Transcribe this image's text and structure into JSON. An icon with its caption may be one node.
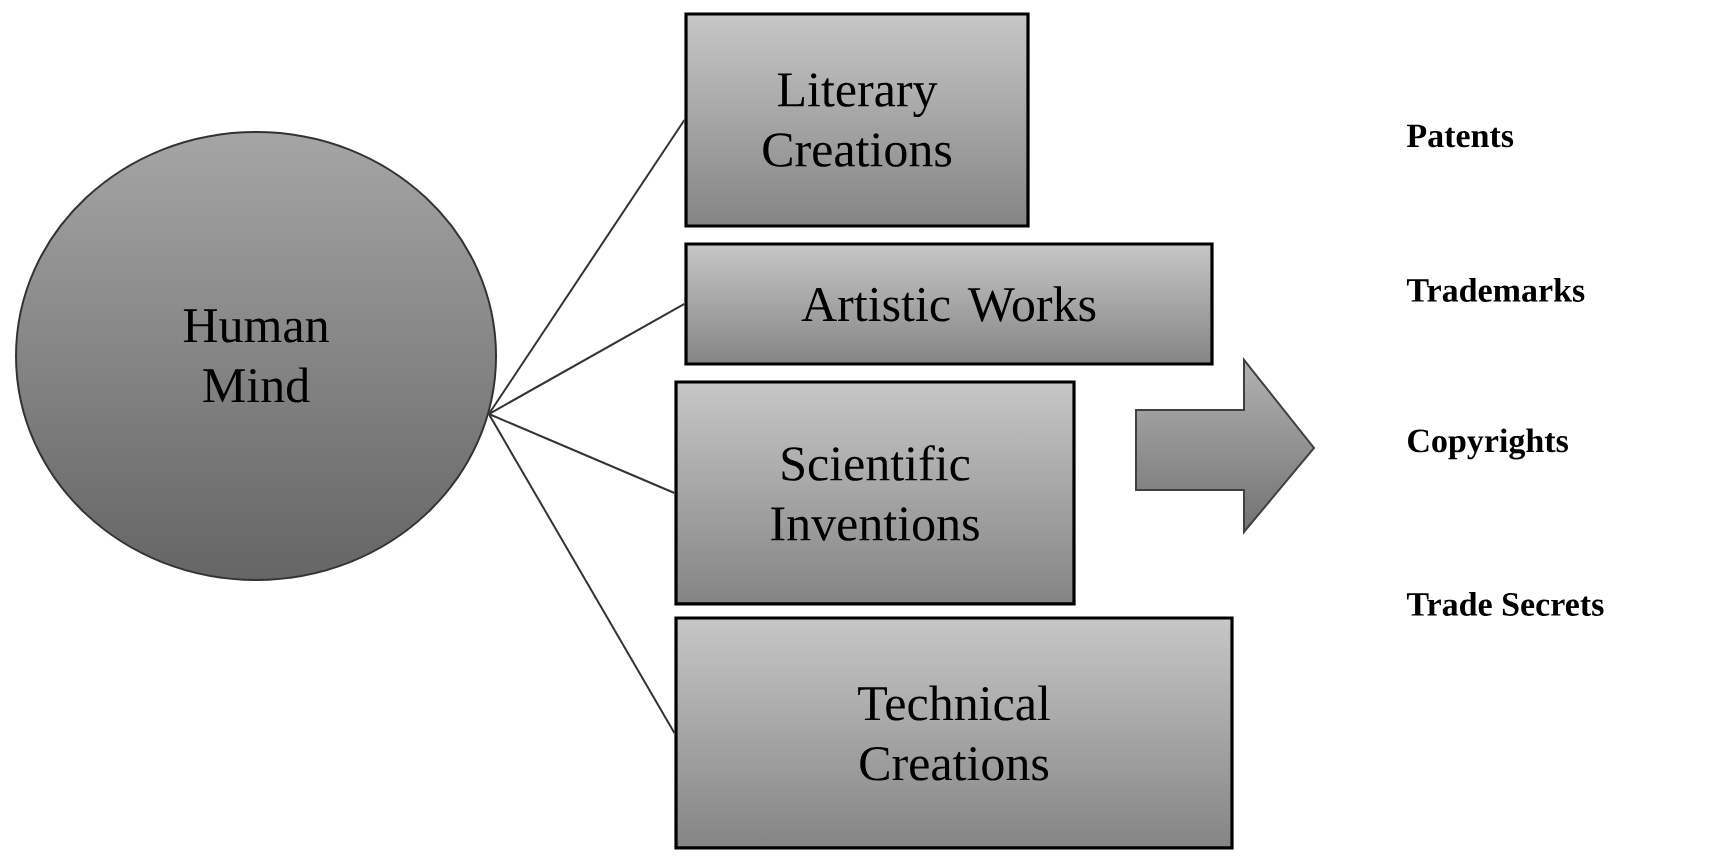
{
  "diagram": {
    "nodes": [
      {
        "text": [
          "Human Mind"
        ]
      },
      {
        "text": [
          "Literary Creations"
        ]
      },
      {
        "text": [
          "Artistic Works"
        ]
      },
      {
        "text": [
          "Scientific Inventions"
        ]
      },
      {
        "text": [
          "Technical Creations"
        ]
      }
    ],
    "edges": [
      {
        "from": 0,
        "to": 1,
        "arrow": "none"
      },
      {
        "from": 0,
        "to": 2,
        "arrow": "none"
      },
      {
        "from": 0,
        "to": 3,
        "arrow": "none"
      },
      {
        "from": 0,
        "to": 4,
        "arrow": "none"
      }
    ],
    "labels": [
      "Patents",
      "Trademarks",
      "Copyrights",
      "Trade Secrets"
    ]
  }
}
